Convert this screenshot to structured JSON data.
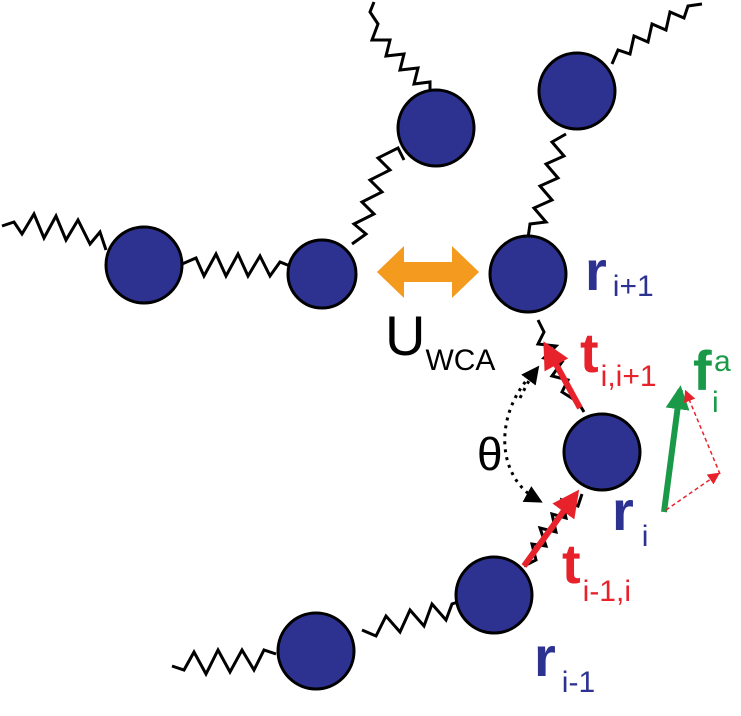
{
  "labels": {
    "r_i_plus_1": {
      "main": "r",
      "sub": "i+1"
    },
    "r_i": {
      "main": "r",
      "sub": "i"
    },
    "r_i_minus_1": {
      "main": "r",
      "sub": "i-1"
    },
    "t_i_i_plus_1": {
      "main": "t",
      "sub": "i,i+1"
    },
    "t_i_minus_1_i": {
      "main": "t",
      "sub": "i-1,i"
    },
    "f_a": {
      "main": "f",
      "sub": "i",
      "sup": "a"
    },
    "u_wca": {
      "main": "U",
      "sub": "WCA"
    },
    "theta": "θ"
  },
  "colors": {
    "bead": "#2d3290",
    "outline": "#000000",
    "label_blue": "#2d3290",
    "tangent_red": "#e8222b",
    "active_green": "#1a9a48",
    "wca_orange": "#f39a1f"
  }
}
